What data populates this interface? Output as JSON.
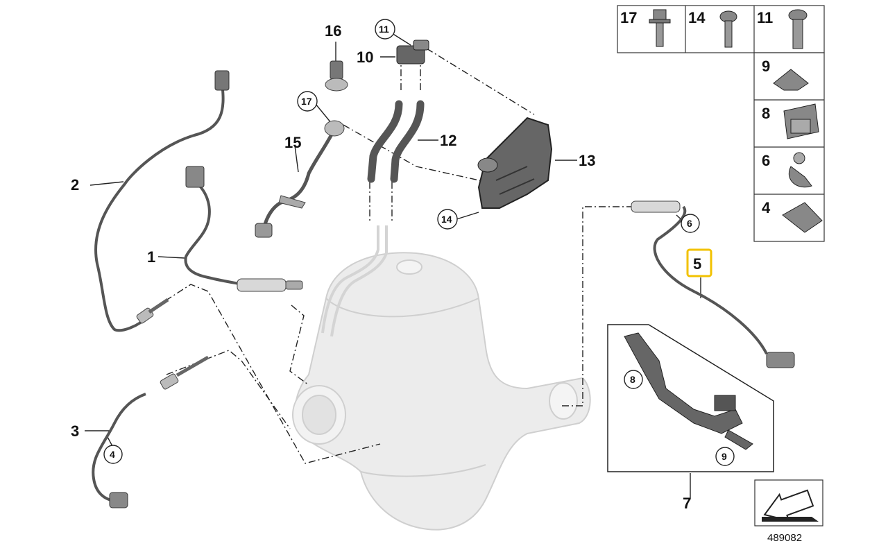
{
  "labels": {
    "l1": "1",
    "l2": "2",
    "l3": "3",
    "l5": "5",
    "l7": "7",
    "l10": "10",
    "l12": "12",
    "l13": "13",
    "l15": "15",
    "l16": "16"
  },
  "callouts": {
    "c4": "4",
    "c6": "6",
    "c8": "8",
    "c9": "9",
    "c11": "11",
    "c14": "14",
    "c17": "17"
  },
  "legend": {
    "top": [
      "17",
      "14",
      "11"
    ],
    "side": [
      "9",
      "8",
      "6",
      "4"
    ]
  },
  "highlight_color": "#f2c200",
  "reference_number": "489082"
}
